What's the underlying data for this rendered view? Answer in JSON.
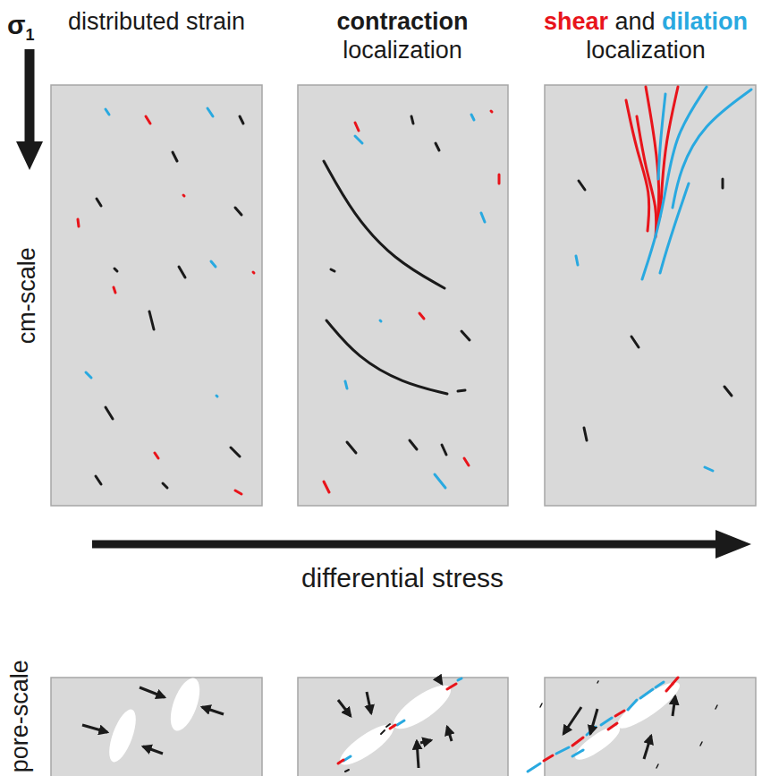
{
  "diagram": {
    "labels": [
      "distributed strain",
      "contraction localization",
      "shear and dilation localization",
      "σ1",
      "cm-scale",
      "differential stress",
      "pore-scale"
    ]
  }
}
